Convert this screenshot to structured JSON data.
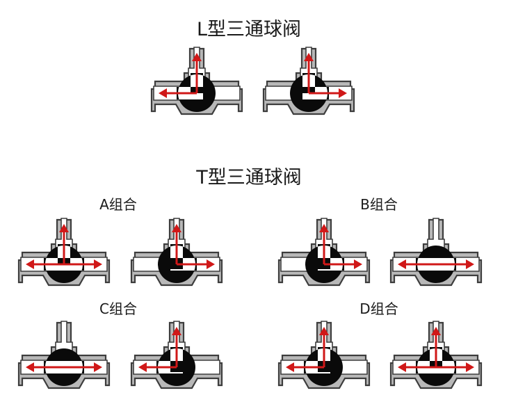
{
  "titles": {
    "l_type": "L型三通球阀",
    "t_type": "T型三通球阀"
  },
  "groups": {
    "a": "A组合",
    "b": "B组合",
    "c": "C组合",
    "d": "D组合"
  },
  "colors": {
    "valve_body": "#b8b8b8",
    "valve_outline": "#3d3d3d",
    "ball": "#0a0a0a",
    "flow_arrow": "#d01818"
  },
  "valves": [
    {
      "id": "L1",
      "group": "L",
      "ball": "L_down_left",
      "arrows": [
        "up",
        "left"
      ],
      "joint": "L_up_left"
    },
    {
      "id": "L2",
      "group": "L",
      "ball": "L_down_right",
      "arrows": [
        "up",
        "right"
      ],
      "joint": "L_up_right"
    },
    {
      "id": "A1",
      "group": "A",
      "ball": "T_down",
      "arrows": [
        "up",
        "left",
        "right"
      ],
      "joint": "T"
    },
    {
      "id": "A2",
      "group": "A",
      "ball": "L_left",
      "arrows": [
        "up",
        "right"
      ],
      "joint": "L_up_right"
    },
    {
      "id": "B1",
      "group": "B",
      "ball": "L_left",
      "arrows": [
        "up",
        "right"
      ],
      "joint": "L_up_right"
    },
    {
      "id": "B2",
      "group": "B",
      "ball": "straight_up",
      "arrows": [
        "left",
        "right"
      ],
      "joint": "straight"
    },
    {
      "id": "C1",
      "group": "C",
      "ball": "straight_up",
      "arrows": [
        "left",
        "right"
      ],
      "joint": "straight"
    },
    {
      "id": "C2",
      "group": "C",
      "ball": "L_right",
      "arrows": [
        "up",
        "left"
      ],
      "joint": "L_up_left"
    },
    {
      "id": "D1",
      "group": "D",
      "ball": "L_right",
      "arrows": [
        "up",
        "left"
      ],
      "joint": "L_up_left"
    },
    {
      "id": "D2",
      "group": "D",
      "ball": "T_down",
      "arrows": [
        "up",
        "left",
        "right"
      ],
      "joint": "T"
    }
  ]
}
